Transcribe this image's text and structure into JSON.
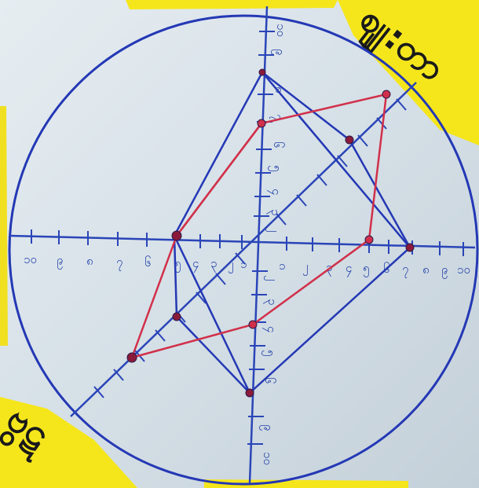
{
  "photo": {
    "tape_top_right": "ဈျ:တာ",
    "tape_bottom_left": "ဗွဋ",
    "colors": {
      "circle": "#2438b5",
      "axes": "#2a45b8",
      "blue_polygon": "#2438b5",
      "red_polygon": "#d1304a",
      "tape": "#f5e61c"
    },
    "axis_labels": {
      "left": [
        "၁၀",
        "၉",
        "၈",
        "၇",
        "၆",
        "၅",
        "၄",
        "၃",
        "၂",
        "၁"
      ],
      "right": [
        "၁",
        "၂",
        "၃",
        "၄",
        "၅",
        "၆",
        "၇",
        "၈",
        "၉",
        "၁၀"
      ]
    }
  }
}
